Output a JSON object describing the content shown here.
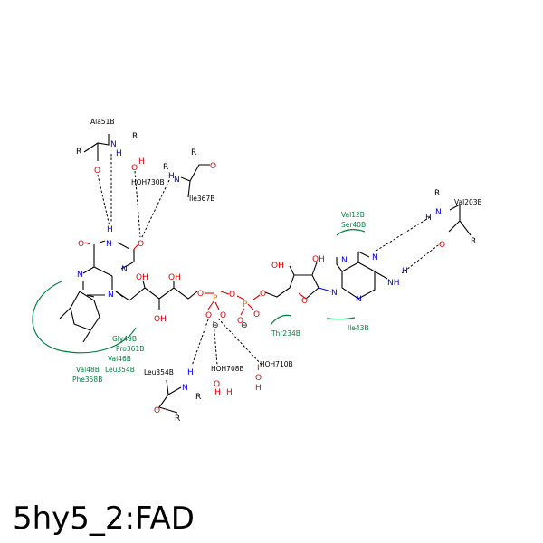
{
  "title": "5hy5_2:FAD",
  "colors": {
    "carbon": "#000000",
    "oxygen": "#e00000",
    "nitrogen": "#0000e0",
    "phosphorus": "#d07020",
    "hydrophobic": "#008040",
    "background": "#ffffff"
  },
  "hbond_residues": {
    "ala51b": "Ala51B",
    "ile367b": "Ile367B",
    "val203b": "Val203B",
    "leu354b": "Leu354B",
    "hoh730b": "HOH730B",
    "hoh708b": "HOH708B",
    "hoh710b": "HOH710B"
  },
  "hydrophobic_residues": {
    "gly49b": "Gly49B",
    "pro361b": "Pro361B",
    "val46b": "Val46B",
    "val48b": "Val48B",
    "leu354b_h": "Leu354B",
    "phe358b": "Phe358B",
    "thr234b": "Thr234B",
    "ile43b": "Ile43B",
    "val12b": "Val12B",
    "ser40b": "Ser40B"
  },
  "atoms": {
    "o": "O",
    "n": "N",
    "h": "H",
    "p": "P",
    "r": "R",
    "oh": "OH",
    "nh": "NH",
    "minus": "⊖"
  }
}
